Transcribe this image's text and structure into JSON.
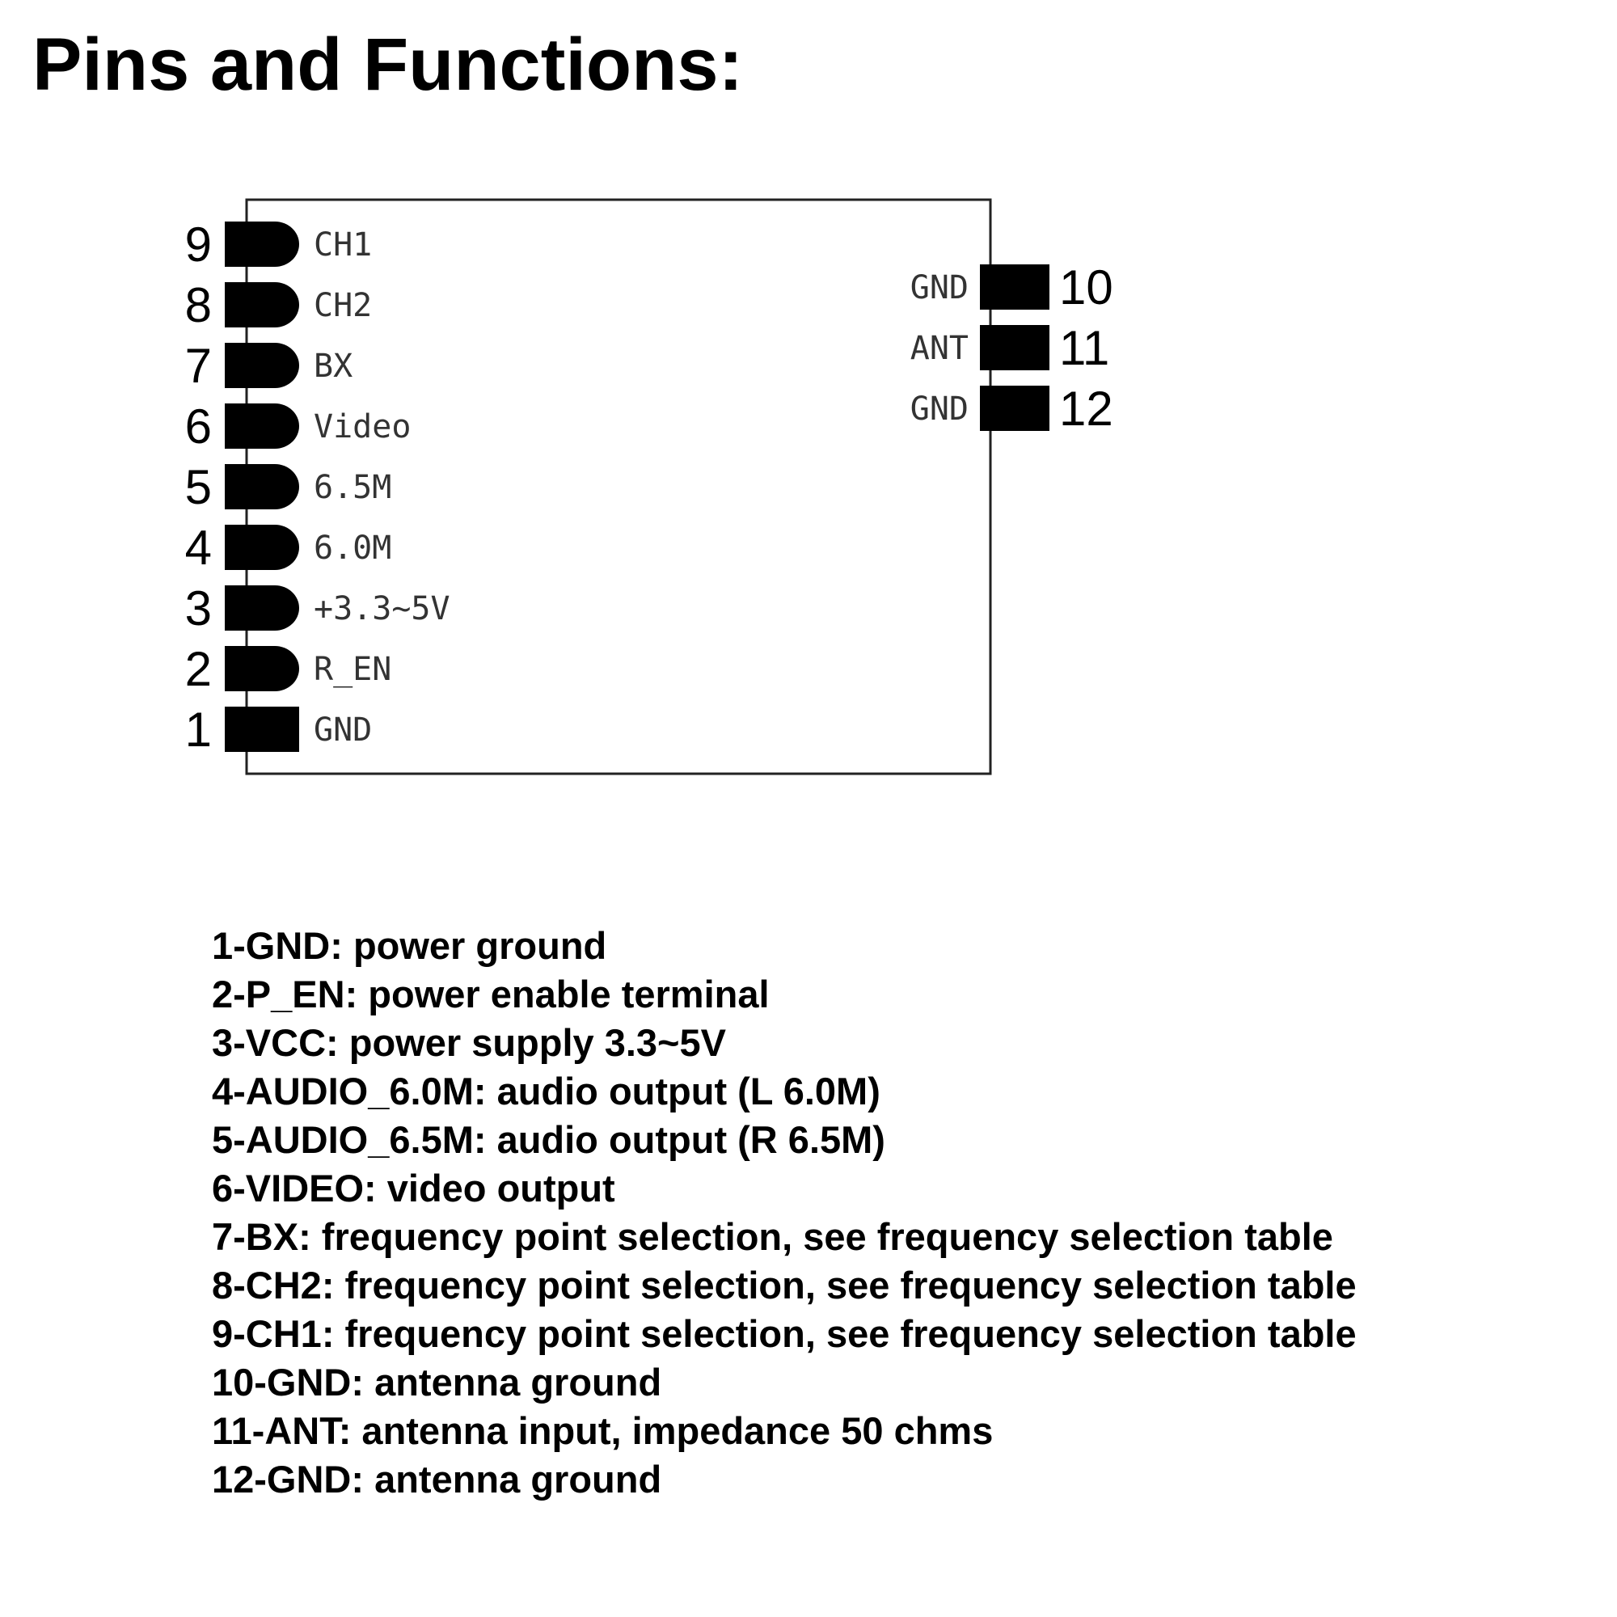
{
  "title": "Pins and Functions:",
  "left_pins": [
    {
      "number": "9",
      "label": "CH1",
      "shape": "rounded"
    },
    {
      "number": "8",
      "label": "CH2",
      "shape": "rounded"
    },
    {
      "number": "7",
      "label": "BX",
      "shape": "rounded"
    },
    {
      "number": "6",
      "label": "Video",
      "shape": "rounded"
    },
    {
      "number": "5",
      "label": "6.5M",
      "shape": "rounded"
    },
    {
      "number": "4",
      "label": "6.0M",
      "shape": "rounded"
    },
    {
      "number": "3",
      "label": "+3.3~5V",
      "shape": "rounded"
    },
    {
      "number": "2",
      "label": "R_EN",
      "shape": "rounded"
    },
    {
      "number": "1",
      "label": "GND",
      "shape": "square"
    }
  ],
  "right_pins": [
    {
      "number": "10",
      "label": "GND"
    },
    {
      "number": "11",
      "label": "ANT"
    },
    {
      "number": "12",
      "label": "GND"
    }
  ],
  "descriptions": [
    "1-GND: power ground",
    "2-P_EN: power enable terminal",
    "3-VCC: power supply 3.3~5V",
    "4-AUDIO_6.0M: audio output (L 6.0M)",
    "5-AUDIO_6.5M: audio output (R 6.5M)",
    "6-VIDEO: video output",
    "7-BX: frequency point selection, see frequency selection table",
    "8-CH2: frequency point selection, see frequency selection table",
    "9-CH1: frequency point selection, see frequency selection table",
    "10-GND: antenna ground",
    "11-ANT: antenna input, impedance 50 chms",
    "12-GND: antenna ground"
  ]
}
